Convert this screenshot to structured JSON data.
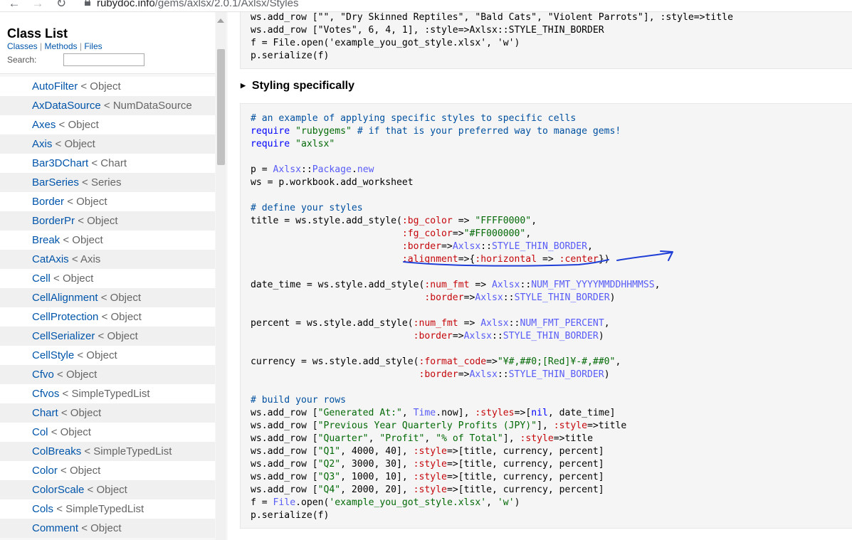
{
  "browser": {
    "back_icon": "arrow-left-icon",
    "forward_icon": "arrow-right-icon",
    "reload_icon": "reload-icon",
    "lock_icon": "lock-icon",
    "url_domain": "rubydoc.info",
    "url_path": "/gems/axlsx/2.0.1/Axlsx/Styles"
  },
  "sidebar": {
    "title": "Class List",
    "links": [
      "Classes",
      "Methods",
      "Files"
    ],
    "search_label": "Search:",
    "search_value": "",
    "items": [
      {
        "name": "AutoFilter",
        "parent": "< Object"
      },
      {
        "name": "AxDataSource",
        "parent": "< NumDataSource"
      },
      {
        "name": "Axes",
        "parent": "< Object"
      },
      {
        "name": "Axis",
        "parent": "< Object"
      },
      {
        "name": "Bar3DChart",
        "parent": "< Chart"
      },
      {
        "name": "BarSeries",
        "parent": "< Series"
      },
      {
        "name": "Border",
        "parent": "< Object"
      },
      {
        "name": "BorderPr",
        "parent": "< Object"
      },
      {
        "name": "Break",
        "parent": "< Object"
      },
      {
        "name": "CatAxis",
        "parent": "< Axis"
      },
      {
        "name": "Cell",
        "parent": "< Object"
      },
      {
        "name": "CellAlignment",
        "parent": "< Object"
      },
      {
        "name": "CellProtection",
        "parent": "< Object"
      },
      {
        "name": "CellSerializer",
        "parent": "< Object"
      },
      {
        "name": "CellStyle",
        "parent": "< Object"
      },
      {
        "name": "Cfvo",
        "parent": "< Object"
      },
      {
        "name": "Cfvos",
        "parent": "< SimpleTypedList"
      },
      {
        "name": "Chart",
        "parent": "< Object"
      },
      {
        "name": "Col",
        "parent": "< Object"
      },
      {
        "name": "ColBreaks",
        "parent": "< SimpleTypedList"
      },
      {
        "name": "Color",
        "parent": "< Object"
      },
      {
        "name": "ColorScale",
        "parent": "< Object"
      },
      {
        "name": "Cols",
        "parent": "< SimpleTypedList"
      },
      {
        "name": "Comment",
        "parent": "< Object"
      }
    ]
  },
  "main": {
    "top_code": {
      "l0": "ws.add_row [\"\", \"Dry Skinned Reptiles\", \"Bald Cats\", \"Violent Parrots\"], :style=>title",
      "l1": "ws.add_row [\"Votes\", 6, 4, 1], :style=>Axlsx::STYLE_THIN_BORDER",
      "l2": "f = File.open('example_you_got_style.xlsx', 'w')",
      "l3": "p.serialize(f)"
    },
    "summary": "Styling specifically",
    "code": {
      "c1": "# an example of applying specific styles to specific cells",
      "c2_kw": "require",
      "c2_str": "\"rubygems\"",
      "c2_cm": "# if that is your preferred way to manage gems!",
      "c3_kw": "require",
      "c3_str": "\"axlsx\"",
      "p_a": "p = ",
      "p_b": "Axlsx",
      "p_c": "::",
      "p_d": "Package",
      "p_e": ".",
      "p_f": "new",
      "ws": "ws = p.workbook.add_worksheet",
      "c4": "# define your styles",
      "t1a": "title = ws.style.add_style(",
      "t1b": ":bg_color",
      "t1c": " => ",
      "t1d": "\"FFFF0000\"",
      "t1e": ",",
      "t2a": "                           ",
      "t2b": ":fg_color",
      "t2c": "=>",
      "t2d": "\"#FF000000\"",
      "t2e": ",",
      "t3b": ":border",
      "t3c": "=>",
      "t3d": "Axlsx",
      "t3e": "::",
      "t3f": "STYLE_THIN_BORDER",
      "t3g": ",",
      "t4b": ":alignment",
      "t4c": "=>{",
      "t4d": ":horizontal",
      "t4e": " => ",
      "t4f": ":center",
      "t4g": "})",
      "d1a": "date_time = ws.style.add_style(",
      "d1b": ":num_fmt",
      "d1c": " => ",
      "d1d": "Axlsx",
      "d1e": "::",
      "d1f": "NUM_FMT_YYYYMMDDHHMMSS",
      "d1g": ",",
      "d2a": "                               ",
      "d2b": ":border",
      "d2c": "=>",
      "d2d": "Axlsx",
      "d2e": "::",
      "d2f": "STYLE_THIN_BORDER",
      "d2g": ")",
      "pe1a": "percent = ws.style.add_style(",
      "pe1b": ":num_fmt",
      "pe1c": " => ",
      "pe1d": "Axlsx",
      "pe1e": "::",
      "pe1f": "NUM_FMT_PERCENT",
      "pe1g": ",",
      "pe2a": "                             ",
      "pe2b": ":border",
      "pe2c": "=>",
      "pe2d": "Axlsx",
      "pe2e": "::",
      "pe2f": "STYLE_THIN_BORDER",
      "pe2g": ")",
      "cu1a": "currency = ws.style.add_style(",
      "cu1b": ":format_code",
      "cu1c": "=>",
      "cu1d": "\"¥#,##0;[Red]¥-#,##0\"",
      "cu1e": ",",
      "cu2a": "                              ",
      "cu2b": ":border",
      "cu2c": "=>",
      "cu2d": "Axlsx",
      "cu2e": "::",
      "cu2f": "STYLE_THIN_BORDER",
      "cu2g": ")",
      "c5": "# build your rows",
      "r1a": "ws.add_row [",
      "r1b": "\"Generated At:\"",
      "r1c": ", ",
      "r1d": "Time",
      "r1e": ".now], ",
      "r1f": ":styles",
      "r1g": "=>[",
      "r1h": "nil",
      "r1i": ", date_time]",
      "r2a": "ws.add_row [",
      "r2b": "\"Previous Year Quarterly Profits (JPY)\"",
      "r2c": "], ",
      "r2d": ":style",
      "r2e": "=>title",
      "r3a": "ws.add_row [",
      "r3b": "\"Quarter\"",
      "r3c": ", ",
      "r3d": "\"Profit\"",
      "r3e": ", ",
      "r3f": "\"% of Total\"",
      "r3g": "], ",
      "r3h": ":style",
      "r3i": "=>title",
      "q1a": "ws.add_row [",
      "q1b": "\"Q1\"",
      "q1c": ", 4000, 40], ",
      "q1d": ":style",
      "q1e": "=>[title, currency, percent]",
      "q2b": "\"Q2\"",
      "q2c": ", 3000, 30], ",
      "q3b": "\"Q3\"",
      "q3c": ", 1000, 10], ",
      "q4b": "\"Q4\"",
      "q4c": ", 2000, 20], ",
      "f1a": "f = ",
      "f1b": "File",
      "f1c": ".open(",
      "f1d": "'example_you_got_style.xlsx'",
      "f1e": ", ",
      "f1f": "'w'",
      "f1g": ")",
      "ser": "p.serialize(f)"
    },
    "annotation_color": "#1f3fd6"
  }
}
